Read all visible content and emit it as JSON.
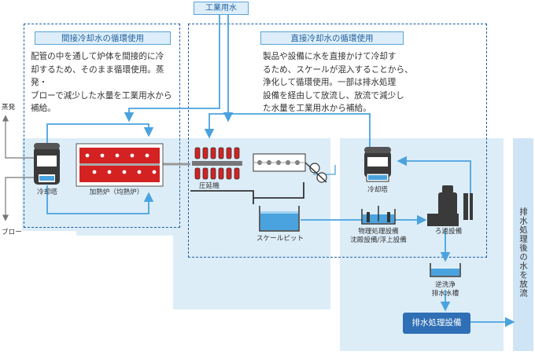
{
  "source_label": "工業用水",
  "indirect": {
    "title": "間接冷却水の循環使用",
    "description": [
      "配管の中を通して炉体を間接的に冷",
      "却するため、そのまま循環使用。蒸発・",
      "ブローで減少した水量を工業用水から",
      "補給。"
    ]
  },
  "direct": {
    "title": "直接冷却水の循環使用",
    "description": [
      "製品や設備に水を直接かけて冷却す",
      "るため、スケールが混入することから、",
      "浄化して循環使用。一部は排水処理",
      "設備を経由して放流し、放流で減少し",
      "た水量を工業用水から補給。"
    ]
  },
  "labels": {
    "evaporation": "蒸発",
    "blow": "ブロー",
    "cooling_tower_1": "冷却塔",
    "furnace": "加熱炉（均熱炉）",
    "rolling_mill": "圧延機",
    "cooling_tower_2": "冷却塔",
    "scale_pit": "スケールピット",
    "physical_treatment": [
      "物理処理設備",
      "沈殿設備/浮上設備"
    ],
    "filter": "ろ過設備",
    "backwash_tank": [
      "逆洗浄",
      "排水水槽"
    ],
    "wastewater_facility": "排水処理設備",
    "discharge": "排水処理後の水を放流"
  },
  "colors": {
    "panel": "#dcedf8",
    "dash": "#1f5f9e",
    "flow": "#4aa3de",
    "furnace": "#d42121",
    "dark_blue": "#2f6fb5"
  }
}
